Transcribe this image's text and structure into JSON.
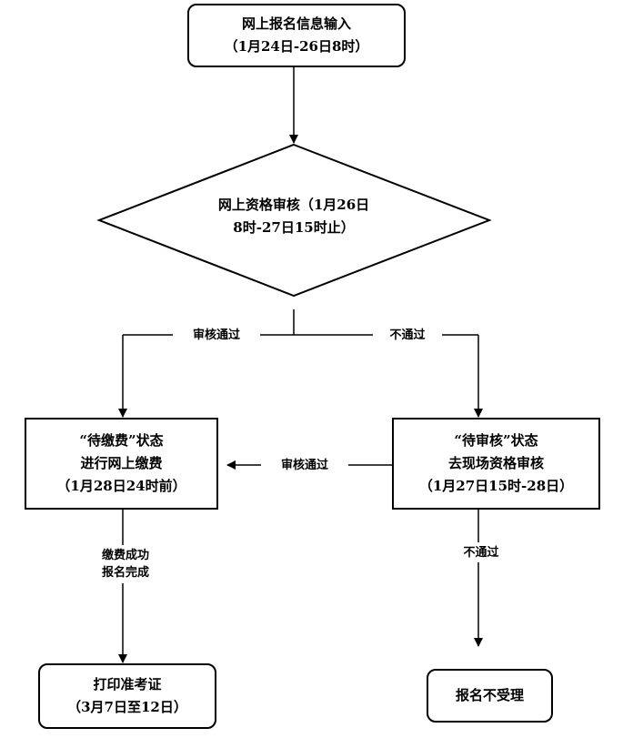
{
  "nodes": {
    "online_registration": {
      "lines": [
        "网上报名信息输入",
        "（1月24日-26日8时）"
      ]
    },
    "online_review": {
      "lines": [
        "网上资格审核（1月26日",
        "8时-27日15时止）"
      ]
    },
    "pending_payment": {
      "lines": [
        "“待缴费”状态",
        "进行网上缴费",
        "（1月28日24时前）"
      ]
    },
    "pending_review": {
      "lines": [
        "“待审核”状态",
        "去现场资格审核",
        "（1月27日15时-28日）"
      ]
    },
    "print_admission": {
      "lines": [
        "打印准考证",
        "（3月7日至12日）"
      ]
    },
    "not_accepted": {
      "lines": [
        "报名不受理"
      ]
    }
  },
  "edge_labels": {
    "review_passed_left": "审核通过",
    "review_failed_right": "不通过",
    "onsite_review_passed": "审核通过",
    "payment_success": [
      "缴费成功",
      "报名完成"
    ],
    "onsite_review_failed": "不通过"
  }
}
